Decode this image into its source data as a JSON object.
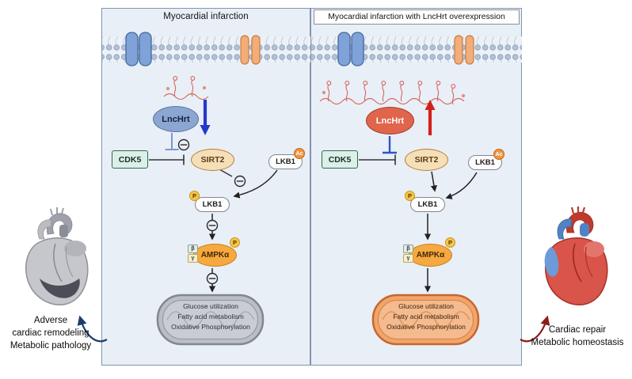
{
  "panels": {
    "left": {
      "title": "Myocardial infarction",
      "lnchrt": "LncHrt",
      "cdk5": "CDK5",
      "sirt2": "SIRT2",
      "lkb1_ac": "LKB1",
      "ac_badge": "Ac",
      "lkb1_p": "LKB1",
      "p_badge": "P",
      "ampk": "AMPKα",
      "beta_badge": "β",
      "gamma_badge": "γ",
      "mito_lines": [
        "Glucose utilization",
        "Fatty acid metabolism",
        "Oxidative Phosphorylation"
      ]
    },
    "right": {
      "title": "Myocardial infarction with LncHrt overexpression",
      "lnchrt": "LncHrt",
      "cdk5": "CDK5",
      "sirt2": "SIRT2",
      "lkb1_ac": "LKB1",
      "ac_badge": "Ac",
      "lkb1_p": "LKB1",
      "p_badge": "P",
      "ampk": "AMPKα",
      "beta_badge": "β",
      "gamma_badge": "γ",
      "mito_lines": [
        "Glucose utilization",
        "Fatty acid metabolism",
        "Oxidative Phosphorylation"
      ]
    }
  },
  "outcomes": {
    "left": {
      "lines": [
        "Adverse",
        "cardiac remodeling",
        "Metabolic pathology"
      ]
    },
    "right": {
      "lines": [
        "Cardiac repair",
        "Metabolic homeostasis"
      ]
    }
  },
  "colors": {
    "panel_bg": "#e9eff7",
    "downregulation_arrow": "#2438c8",
    "upregulation_arrow": "#d32017",
    "inhibition_blue": "#2f55c4",
    "lnchrt_low_fill": "#8ba7d1",
    "lnchrt_high_fill": "#e0654c",
    "cdk5_fill": "#ddefe6",
    "cdk5_border": "#2c6b59",
    "sirt2_fill": "#f4dfb9",
    "sirt2_border": "#b97c2c",
    "ampk_fill": "#f5a93e",
    "phospho_badge": "#f6c544",
    "acetyl_badge": "#ef9440",
    "mito_inactive": "#babec5",
    "mito_active": "#f0a56b",
    "adverse_arrow": "#1c3c6e",
    "repair_arrow": "#8c1d18",
    "rna": "#d4675f"
  }
}
